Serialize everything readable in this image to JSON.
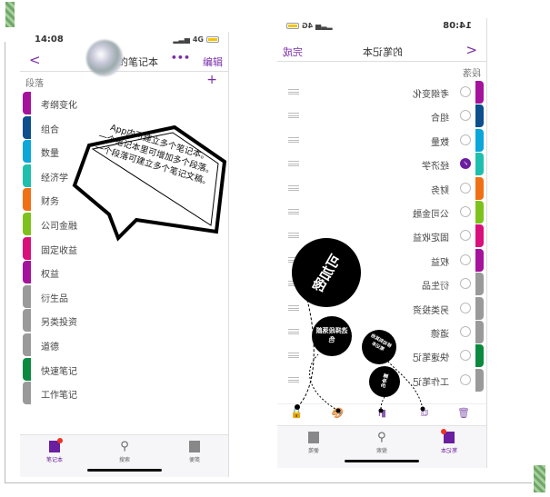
{
  "status": {
    "time": "14:08",
    "network": "4G"
  },
  "left": {
    "nav": {
      "back": "<",
      "title": "的笔记本",
      "more": "•••",
      "edit": "编辑"
    },
    "section_header": "段落",
    "add": "+",
    "sections": [
      {
        "label": "考纲变化",
        "color": "#a5129c"
      },
      {
        "label": "组合",
        "color": "#0c4f8c"
      },
      {
        "label": "数量",
        "color": "#0ba6da"
      },
      {
        "label": "经济学",
        "color": "#1fbfae"
      },
      {
        "label": "财务",
        "color": "#f07015"
      },
      {
        "label": "公司金融",
        "color": "#7dc21c"
      },
      {
        "label": "固定收益",
        "color": "#d9107b"
      },
      {
        "label": "权益",
        "color": "#a5129c"
      },
      {
        "label": "衍生品",
        "color": "#9a9a9a"
      },
      {
        "label": "另类投资",
        "color": "#9a9a9a"
      },
      {
        "label": "道德",
        "color": "#9a9a9a"
      },
      {
        "label": "快速笔记",
        "color": "#0b8a3f"
      },
      {
        "label": "工作笔记",
        "color": "#9a9a9a"
      }
    ],
    "tabs": [
      {
        "label": "笔记本",
        "active": true
      },
      {
        "label": "搜索"
      },
      {
        "label": "便笺"
      }
    ],
    "callout": [
      "App内可建立多个笔记本。",
      "一个笔记本里可增加多个段落。",
      "一个段落可建立多个笔记文稿。"
    ]
  },
  "right": {
    "nav": {
      "back": "<",
      "title": "的笔记本",
      "done": "完成"
    },
    "section_header": "段落",
    "selected_index": 3,
    "bubbles": {
      "encrypt": "可加密",
      "color": "选择段落颜色",
      "rename": "重命名",
      "move": "移动到其他笔记本"
    },
    "actions": [
      "lock-icon",
      "palette-icon",
      "rename-icon",
      "move-icon",
      "trash-icon"
    ]
  },
  "accent": "#7a2ea6"
}
